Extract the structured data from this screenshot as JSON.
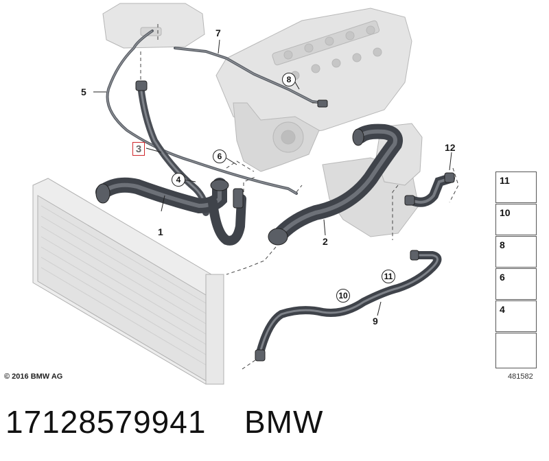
{
  "diagram": {
    "callouts": {
      "c1": "1",
      "c2": "2",
      "c3": "3",
      "c5": "5",
      "c7": "7",
      "c9": "9",
      "c12": "12",
      "o4": "4",
      "o6": "6",
      "o8": "8",
      "o10": "10",
      "o11": "11"
    },
    "legend": [
      "11",
      "10",
      "8",
      "6",
      "4"
    ],
    "copyright": "© 2016 BMW AG",
    "ref_number": "481582"
  },
  "caption": {
    "part_number": "17128579941",
    "brand": "BMW"
  },
  "colors": {
    "highlight": "#d0262b",
    "hose": "#4a4e55",
    "engine": "#c9c9c9"
  }
}
